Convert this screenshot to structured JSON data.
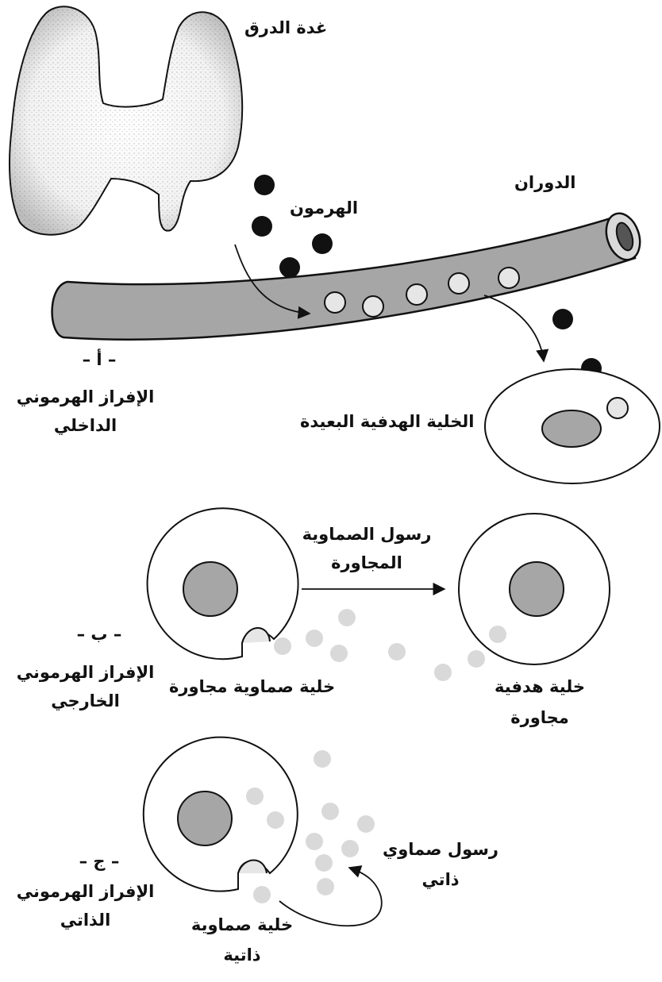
{
  "colors": {
    "ink": "#111111",
    "vessel": "#a6a6a6",
    "nucleus": "#a6a6a6",
    "hormone_dark": "#111111",
    "hormone_light": "#e6e6e6",
    "messenger": "#d9d9d9",
    "gland_fill": "#ffffff",
    "gland_stipple": "#555555"
  },
  "panel_a": {
    "gland_label": "غدة الدرق",
    "hormone_label": "الهرمون",
    "circulation_label": "الدوران",
    "target_label": "الخلية الهدفية البعيدة",
    "letter": "– أ –",
    "title_line1": "الإفراز الهرموني",
    "title_line2": "الداخلي"
  },
  "panel_b": {
    "messenger_line1": "رسول الصماوية",
    "messenger_line2": "المجاورة",
    "source_cell_label": "خلية صماوية مجاورة",
    "target_line1": "خلية هدفية",
    "target_line2": "مجاورة",
    "letter": "– ب –",
    "title_line1": "الإفراز الهرموني",
    "title_line2": "الخارجي"
  },
  "panel_c": {
    "messenger_line1": "رسول صماوي",
    "messenger_line2": "ذاتي",
    "cell_line1": "خلية صماوية",
    "cell_line2": "ذاتية",
    "letter": "– ج –",
    "title_line1": "الإفراز الهرموني",
    "title_line2": "الذاتي"
  }
}
